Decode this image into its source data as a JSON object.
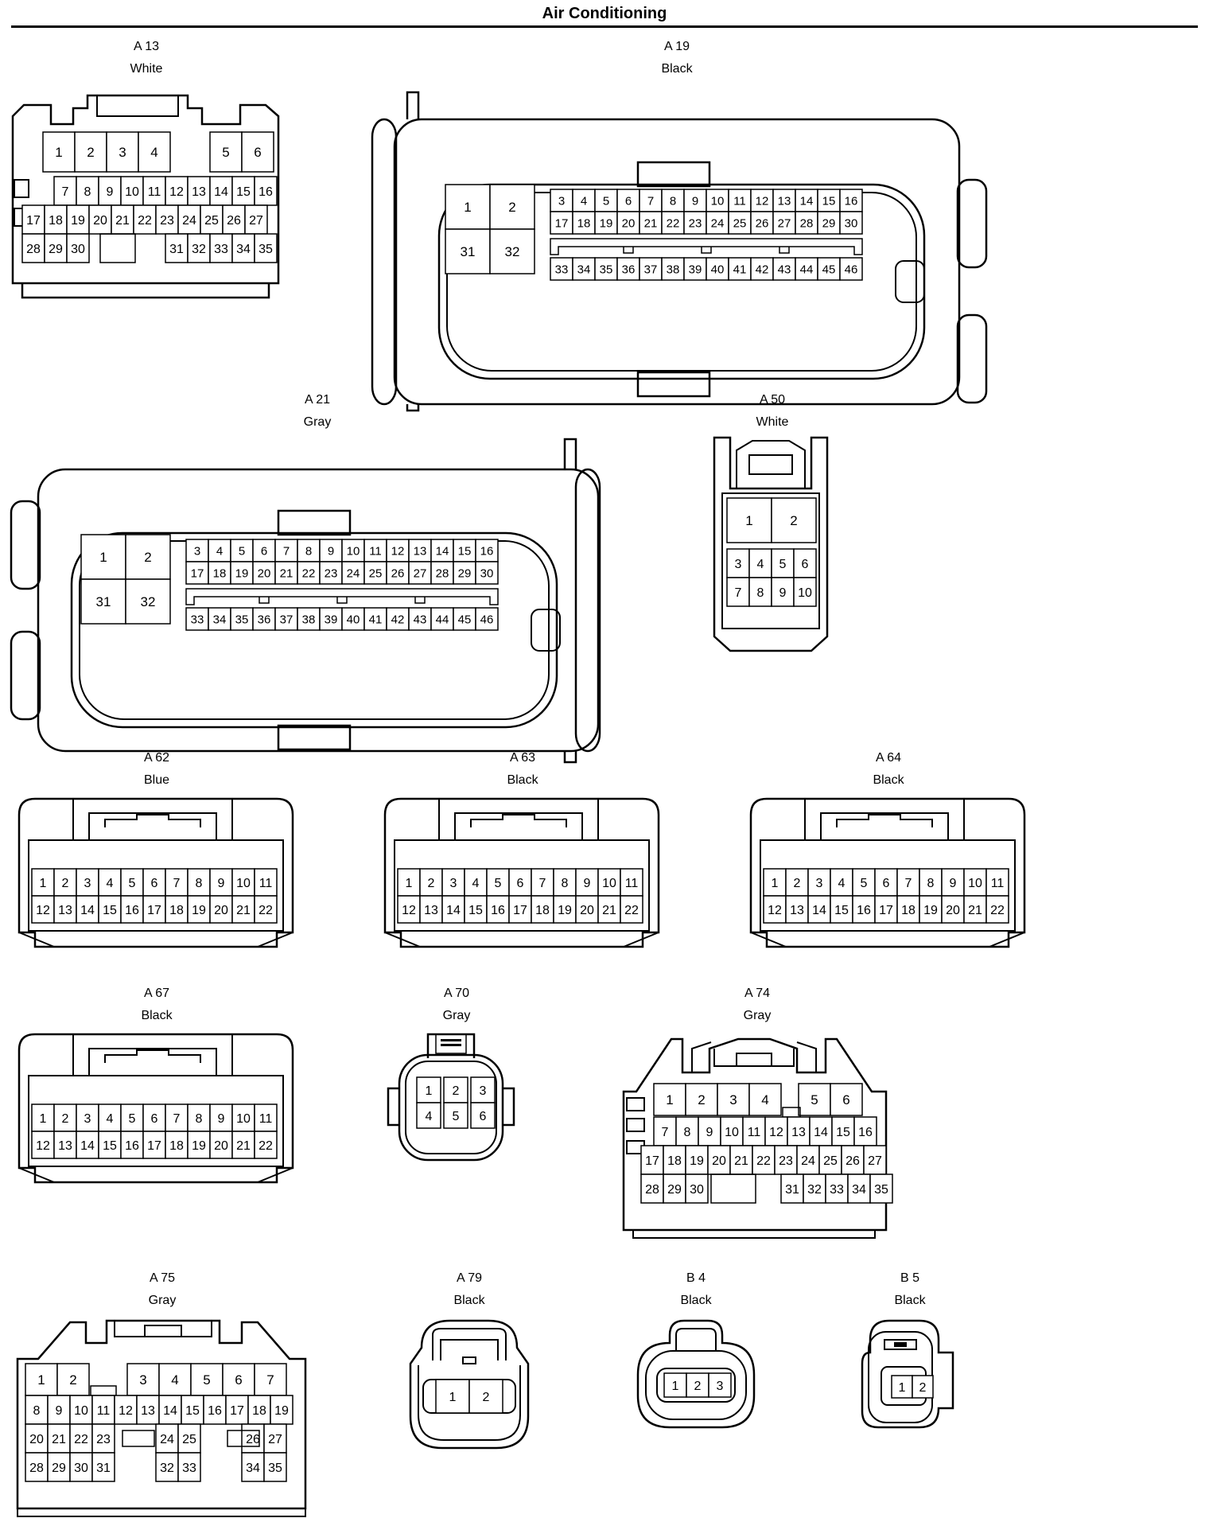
{
  "title": "Air Conditioning",
  "connectors": [
    {
      "id": "A 13",
      "color": "White",
      "rows": [
        [
          "1",
          "2",
          "3",
          "4",
          "",
          "5",
          "6"
        ],
        [
          "7",
          "8",
          "9",
          "10",
          "11",
          "12",
          "13",
          "14",
          "15",
          "16"
        ],
        [
          "17",
          "18",
          "19",
          "20",
          "21",
          "22",
          "23",
          "24",
          "25",
          "26",
          "27"
        ],
        [
          "28",
          "29",
          "30",
          "",
          "31",
          "32",
          "33",
          "34",
          "35"
        ]
      ]
    },
    {
      "id": "A 19",
      "color": "Black",
      "big_pins": [
        "1",
        "2",
        "31",
        "32"
      ],
      "rows": [
        [
          "3",
          "4",
          "5",
          "6",
          "7",
          "8",
          "9",
          "10",
          "11",
          "12",
          "13",
          "14",
          "15",
          "16"
        ],
        [
          "17",
          "18",
          "19",
          "20",
          "21",
          "22",
          "23",
          "24",
          "25",
          "26",
          "27",
          "28",
          "29",
          "30"
        ],
        [
          "33",
          "34",
          "35",
          "36",
          "37",
          "38",
          "39",
          "40",
          "41",
          "42",
          "43",
          "44",
          "45",
          "46"
        ]
      ]
    },
    {
      "id": "A 21",
      "color": "Gray",
      "big_pins": [
        "1",
        "2",
        "31",
        "32"
      ],
      "rows": [
        [
          "3",
          "4",
          "5",
          "6",
          "7",
          "8",
          "9",
          "10",
          "11",
          "12",
          "13",
          "14",
          "15",
          "16"
        ],
        [
          "17",
          "18",
          "19",
          "20",
          "21",
          "22",
          "23",
          "24",
          "25",
          "26",
          "27",
          "28",
          "29",
          "30"
        ],
        [
          "33",
          "34",
          "35",
          "36",
          "37",
          "38",
          "39",
          "40",
          "41",
          "42",
          "43",
          "44",
          "45",
          "46"
        ]
      ]
    },
    {
      "id": "A 50",
      "color": "White",
      "big_pins": [
        "1",
        "2"
      ],
      "rows": [
        [
          "3",
          "4",
          "5",
          "6"
        ],
        [
          "7",
          "8",
          "9",
          "10"
        ]
      ]
    },
    {
      "id": "A 62",
      "color": "Blue",
      "rows": [
        [
          "1",
          "2",
          "3",
          "4",
          "5",
          "6",
          "7",
          "8",
          "9",
          "10",
          "11"
        ],
        [
          "12",
          "13",
          "14",
          "15",
          "16",
          "17",
          "18",
          "19",
          "20",
          "21",
          "22"
        ]
      ]
    },
    {
      "id": "A 63",
      "color": "Black",
      "rows": [
        [
          "1",
          "2",
          "3",
          "4",
          "5",
          "6",
          "7",
          "8",
          "9",
          "10",
          "11"
        ],
        [
          "12",
          "13",
          "14",
          "15",
          "16",
          "17",
          "18",
          "19",
          "20",
          "21",
          "22"
        ]
      ]
    },
    {
      "id": "A 64",
      "color": "Black",
      "rows": [
        [
          "1",
          "2",
          "3",
          "4",
          "5",
          "6",
          "7",
          "8",
          "9",
          "10",
          "11"
        ],
        [
          "12",
          "13",
          "14",
          "15",
          "16",
          "17",
          "18",
          "19",
          "20",
          "21",
          "22"
        ]
      ]
    },
    {
      "id": "A 67",
      "color": "Black",
      "rows": [
        [
          "1",
          "2",
          "3",
          "4",
          "5",
          "6",
          "7",
          "8",
          "9",
          "10",
          "11"
        ],
        [
          "12",
          "13",
          "14",
          "15",
          "16",
          "17",
          "18",
          "19",
          "20",
          "21",
          "22"
        ]
      ]
    },
    {
      "id": "A 70",
      "color": "Gray",
      "rows": [
        [
          "1",
          "2",
          "3"
        ],
        [
          "4",
          "5",
          "6"
        ]
      ]
    },
    {
      "id": "A 74",
      "color": "Gray",
      "rows": [
        [
          "1",
          "2",
          "3",
          "4",
          "",
          "5",
          "6"
        ],
        [
          "7",
          "8",
          "9",
          "10",
          "11",
          "12",
          "13",
          "14",
          "15",
          "16"
        ],
        [
          "17",
          "18",
          "19",
          "20",
          "21",
          "22",
          "23",
          "24",
          "25",
          "26",
          "27"
        ],
        [
          "28",
          "29",
          "30",
          "",
          "31",
          "32",
          "33",
          "34",
          "35"
        ]
      ]
    },
    {
      "id": "A 75",
      "color": "Gray",
      "rows": [
        [
          "1",
          "2",
          "",
          "3",
          "4",
          "5",
          "6",
          "7"
        ],
        [
          "8",
          "9",
          "10",
          "11",
          "12",
          "13",
          "14",
          "15",
          "16",
          "17",
          "18",
          "19"
        ],
        [
          "20",
          "21",
          "22",
          "23",
          "",
          "24",
          "25",
          "",
          "26",
          "27"
        ],
        [
          "28",
          "29",
          "30",
          "31",
          "",
          "32",
          "33",
          "",
          "34",
          "35"
        ]
      ]
    },
    {
      "id": "A 79",
      "color": "Black",
      "rows": [
        [
          "1",
          "2"
        ]
      ]
    },
    {
      "id": "B 4",
      "color": "Black",
      "rows": [
        [
          "1",
          "2",
          "3"
        ]
      ]
    },
    {
      "id": "B 5",
      "color": "Black",
      "rows": [
        [
          "1",
          "2"
        ]
      ]
    }
  ]
}
